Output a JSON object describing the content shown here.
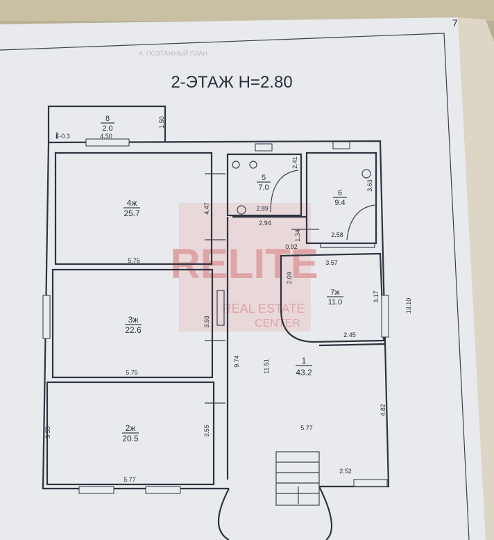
{
  "page": {
    "number": "7"
  },
  "plan": {
    "title": "2-ЭТАЖ  Н=2.80",
    "header_faint": "А. ПОЭТАЖНЫЙ ПЛАН",
    "k_label": "К-0.3"
  },
  "rooms": [
    {
      "num": "8",
      "area": "2.0"
    },
    {
      "num": "4ж",
      "area": "25.7"
    },
    {
      "num": "3ж",
      "area": "22.6"
    },
    {
      "num": "2ж",
      "area": "20.5"
    },
    {
      "num": "5",
      "area": "7.0"
    },
    {
      "num": "6",
      "area": "9.4"
    },
    {
      "num": "7ж",
      "area": "11.0"
    },
    {
      "num": "1",
      "area": "43.2"
    }
  ],
  "dimensions": {
    "d_4_50": "4.50",
    "d_1_50": "1.50",
    "d_4_47": "4.47",
    "d_5_76": "5.76",
    "d_3_93": "3.93",
    "d_5_75": "5.75",
    "d_3_55_left": "3.55",
    "d_3_55_right": "3.55",
    "d_5_77_bottom": "5.77",
    "d_2_41": "2.41",
    "d_2_89": "2.89",
    "d_3_63": "3.63",
    "d_2_94": "2.94",
    "d_1_34": "1.34",
    "d_2_58": "2.58",
    "d_0_92": "0.92",
    "d_3_57": "3.57",
    "d_2_09": "2.09",
    "d_3_17": "3.17",
    "d_13_10": "13.10",
    "d_2_45": "2.45",
    "d_9_74": "9.74",
    "d_11_51": "11.51",
    "d_4_82": "4.82",
    "d_5_77_hall": "5.77",
    "d_2_52": "2.52"
  },
  "watermark": {
    "brand": "RELITE",
    "line1": "REAL ESTATE",
    "line2": "CENTER",
    "color": "#e38c8c"
  },
  "colors": {
    "paper": "#e9ebee",
    "ink": "#2e3340"
  }
}
